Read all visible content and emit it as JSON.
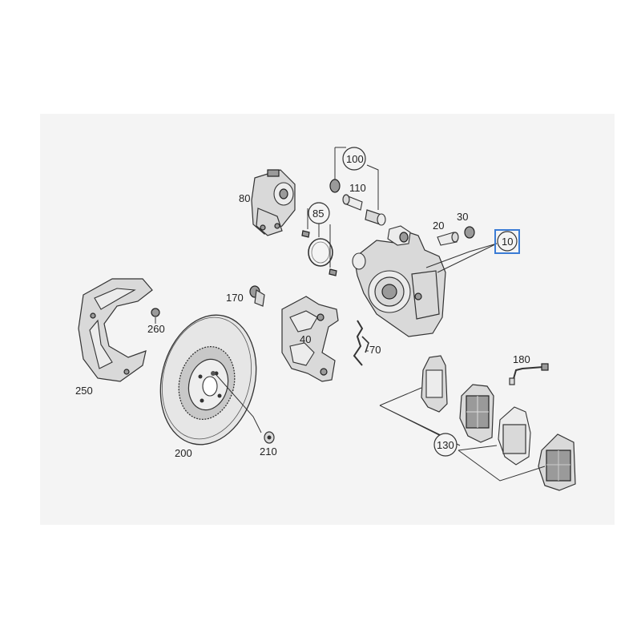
{
  "diagram": {
    "labels": {
      "l100": "100",
      "l110": "110",
      "l80": "80",
      "l85": "85",
      "l20": "20",
      "l30": "30",
      "l10": "10",
      "l170": "170",
      "l260": "260",
      "l40": "40",
      "l70": "70",
      "l180": "180",
      "l250": "250",
      "l200": "200",
      "l210": "210",
      "l130": "130"
    },
    "highlight_color": "#3a7bd5"
  }
}
